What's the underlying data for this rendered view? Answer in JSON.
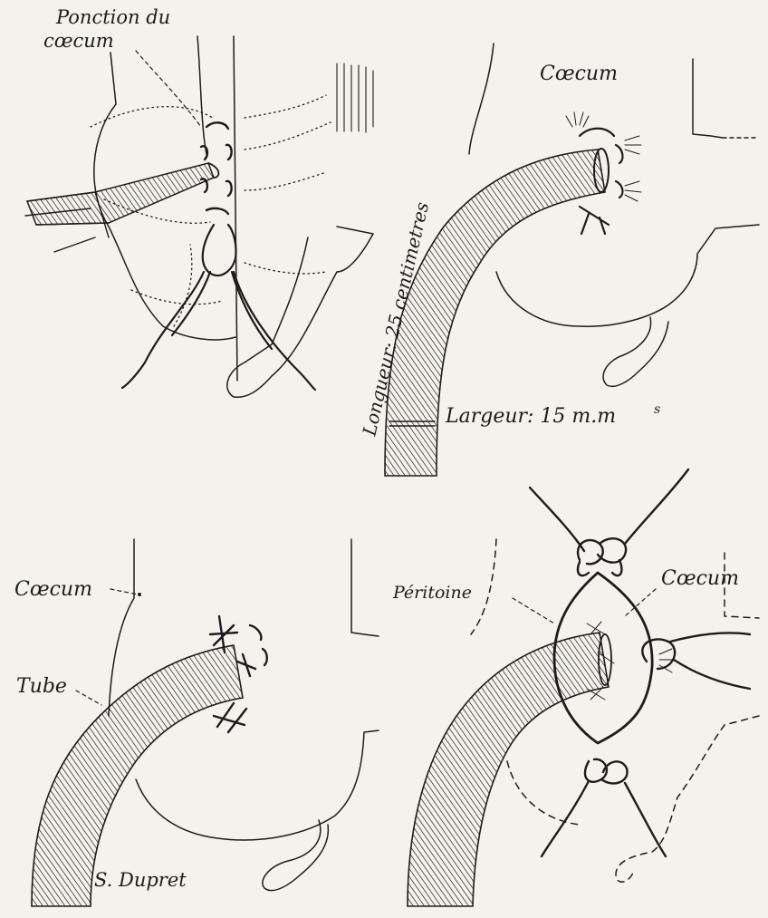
{
  "figure": {
    "panel1": {
      "label_ponction_line1": "Ponction du",
      "label_ponction_line2": "cœcum"
    },
    "panel2": {
      "label_caecum": "Cœcum",
      "label_longueur": "Longueur: 25 centimetres",
      "label_largeur": "Largeur: 15 m.m",
      "label_largeur_sup": "s"
    },
    "panel3": {
      "label_caecum": "Cœcum",
      "label_tube": "Tube",
      "signature": "S. Dupret"
    },
    "panel4": {
      "label_peritoine": "Péritoine",
      "label_caecum": "Cœcum"
    }
  },
  "colors": {
    "ink": "#1c1c1c",
    "paper": "#f4f2ec"
  }
}
